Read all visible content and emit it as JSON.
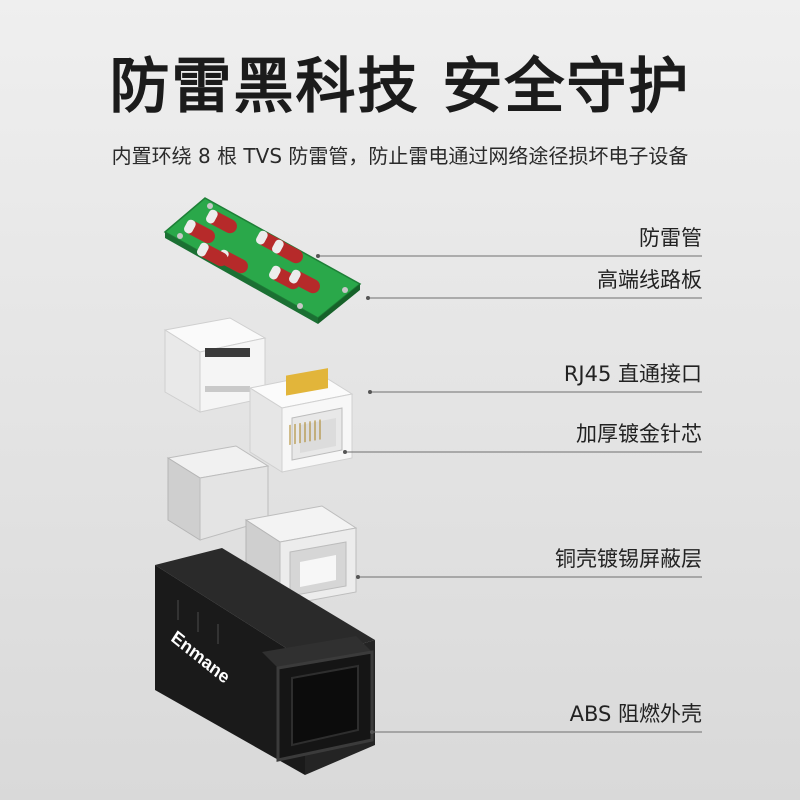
{
  "header": {
    "title": "防雷黑科技 安全守护",
    "subtitle": "内置环绕 8 根 TVS 防雷管，防止雷电通过网络途径损坏电子设备"
  },
  "callouts": [
    {
      "text": "防雷管"
    },
    {
      "text": "高端线路板"
    },
    {
      "text": "RJ45 直通接口"
    },
    {
      "text": "加厚镀金针芯"
    },
    {
      "text": "铜壳镀锡屏蔽层"
    },
    {
      "text": "ABS 阻燃外壳"
    }
  ],
  "product": {
    "logo_text": "Enmane"
  },
  "colors": {
    "pcb": "#2aa84a",
    "shell": "#1c1c1c",
    "white_part": "#f3f3f3",
    "metal": "#d8d8d8",
    "gold": "#e2b53a"
  }
}
